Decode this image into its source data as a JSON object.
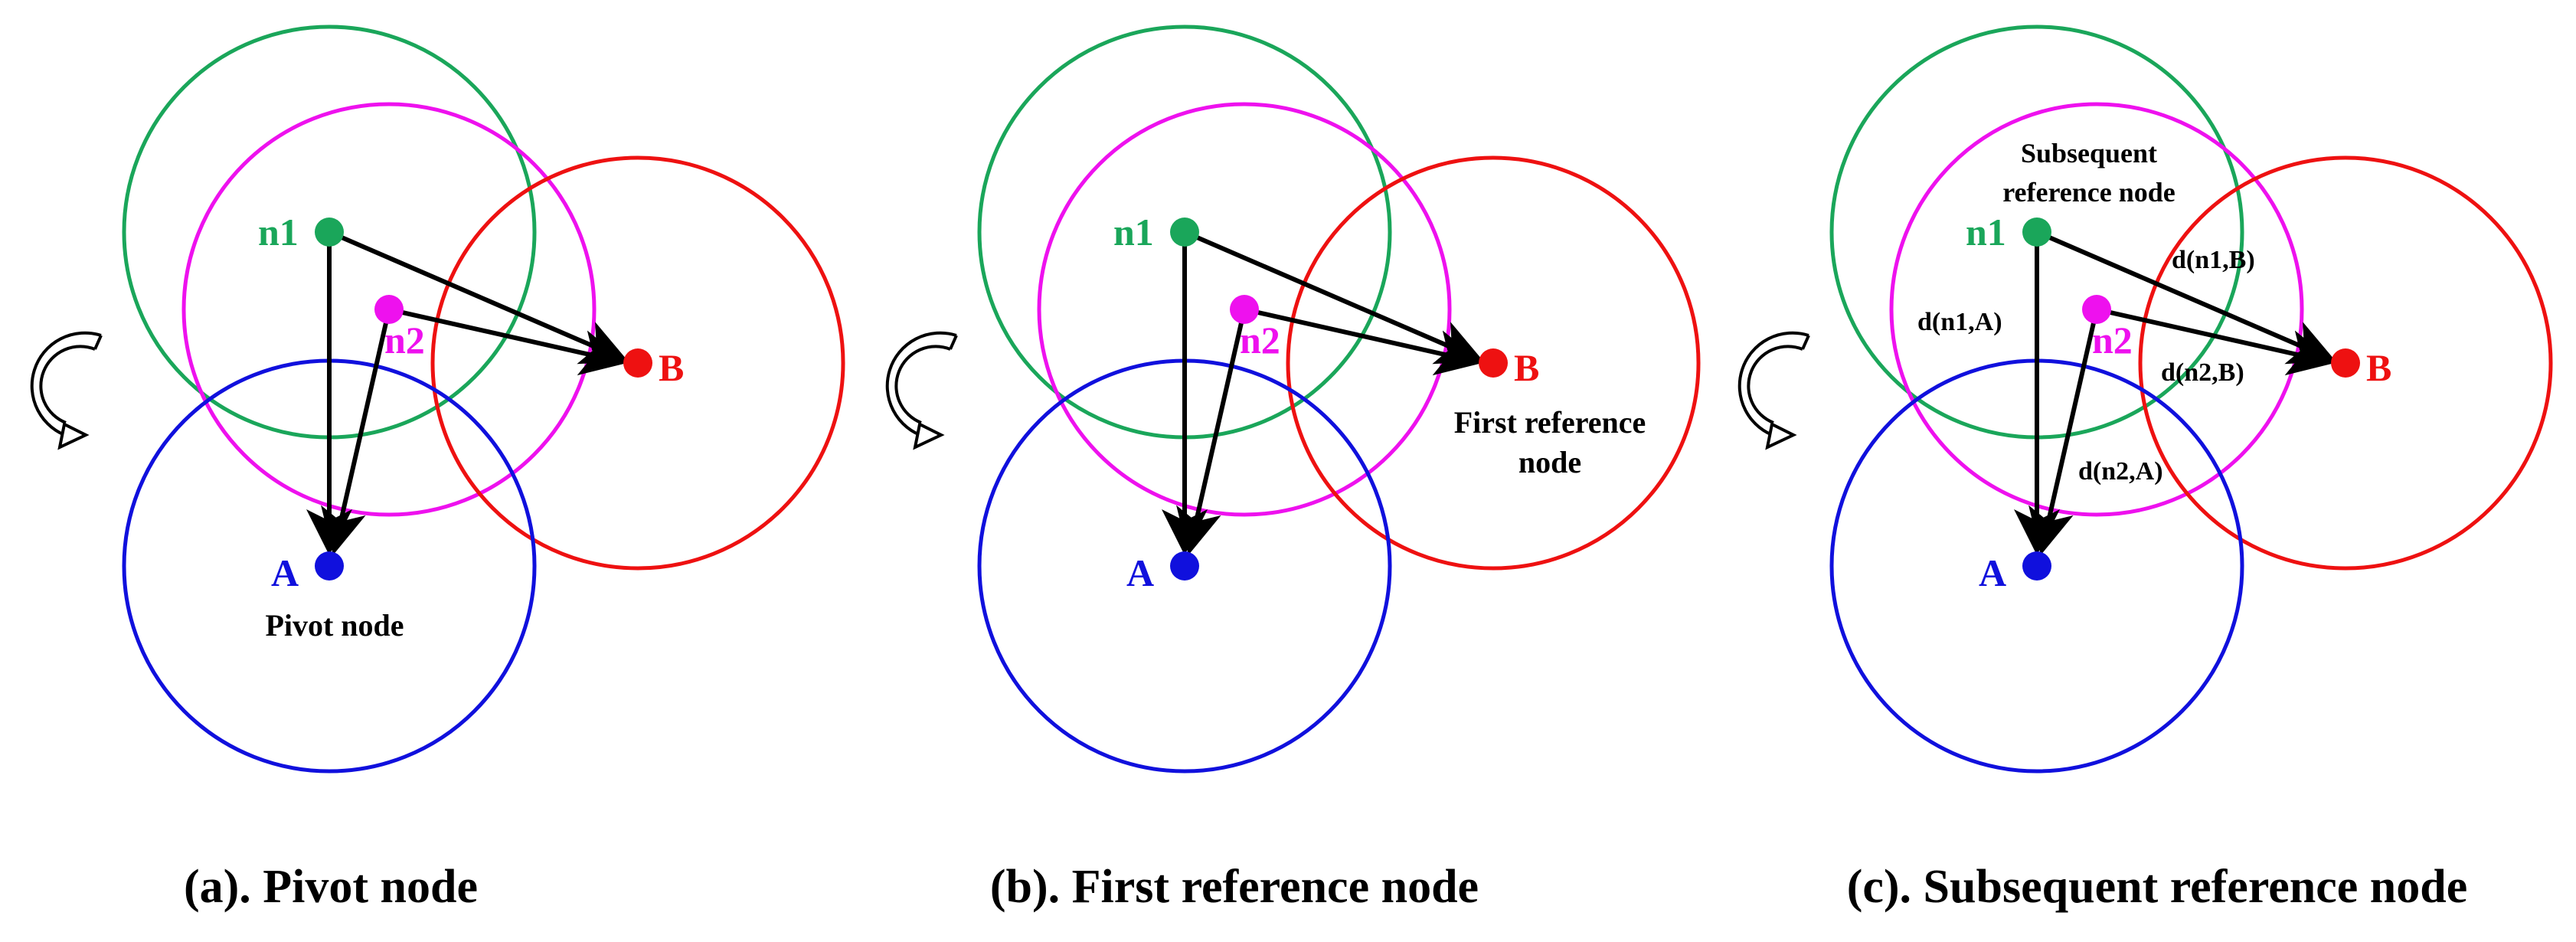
{
  "colors": {
    "n1": "#1aa65a",
    "n2": "#ee11ee",
    "A": "#1010dd",
    "B": "#ee1111",
    "arrow": "#000000",
    "text": "#000000"
  },
  "panels": [
    {
      "id": "a",
      "caption": "(a). Pivot node",
      "labels": {
        "n1": "n1",
        "n2": "n2",
        "A": "A",
        "B": "B"
      },
      "annotations": [
        {
          "key": "pivot",
          "text": "Pivot node"
        }
      ]
    },
    {
      "id": "b",
      "caption": "(b). First reference node",
      "labels": {
        "n1": "n1",
        "n2": "n2",
        "A": "A",
        "B": "B"
      },
      "annotations": [
        {
          "key": "first-ref-line1",
          "text": "First reference"
        },
        {
          "key": "first-ref-line2",
          "text": "node"
        }
      ]
    },
    {
      "id": "c",
      "caption": "(c). Subsequent reference node",
      "labels": {
        "n1": "n1",
        "n2": "n2",
        "A": "A",
        "B": "B"
      },
      "annotations": [
        {
          "key": "subseq-line1",
          "text": "Subsequent"
        },
        {
          "key": "subseq-line2",
          "text": "reference node"
        },
        {
          "key": "d-n1-A",
          "text": "d(n1,A)"
        },
        {
          "key": "d-n1-B",
          "text": "d(n1,B)"
        },
        {
          "key": "d-n2-B",
          "text": "d(n2,B)"
        },
        {
          "key": "d-n2-A",
          "text": "d(n2,A)"
        }
      ]
    }
  ]
}
